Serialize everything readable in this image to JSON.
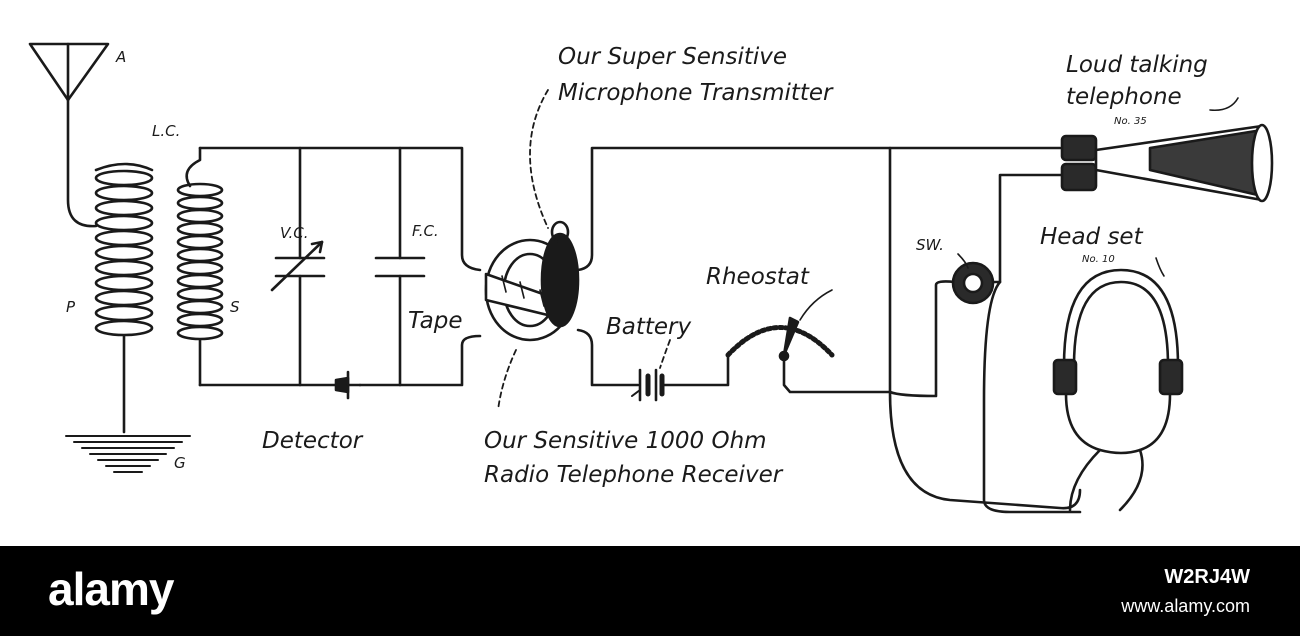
{
  "diagram": {
    "labels": {
      "antenna": "A",
      "loose_coupler": "L.C.",
      "primary": "P",
      "secondary": "S",
      "ground": "G",
      "variable_condenser": "V.C.",
      "fixed_condenser": "F.C.",
      "detector": "Detector",
      "tape": "Tape",
      "transmitter_line1": "Our Super Sensitive",
      "transmitter_line2": "Microphone Transmitter",
      "receiver_line1": "Our Sensitive 1000 Ohm",
      "receiver_line2": "Radio Telephone Receiver",
      "battery": "Battery",
      "rheostat": "Rheostat",
      "switch": "SW.",
      "loud_line1": "Loud talking",
      "loud_line2": "telephone",
      "loud_model": "No. 35",
      "headset": "Head set",
      "headset_model": "No. 10"
    },
    "colors": {
      "ink": "#1a1a1a",
      "paper": "#ffffff"
    }
  },
  "footer": {
    "logo": "alamy",
    "image_id": "W2RJ4W",
    "site": "www.alamy.com",
    "background": "#000000"
  }
}
